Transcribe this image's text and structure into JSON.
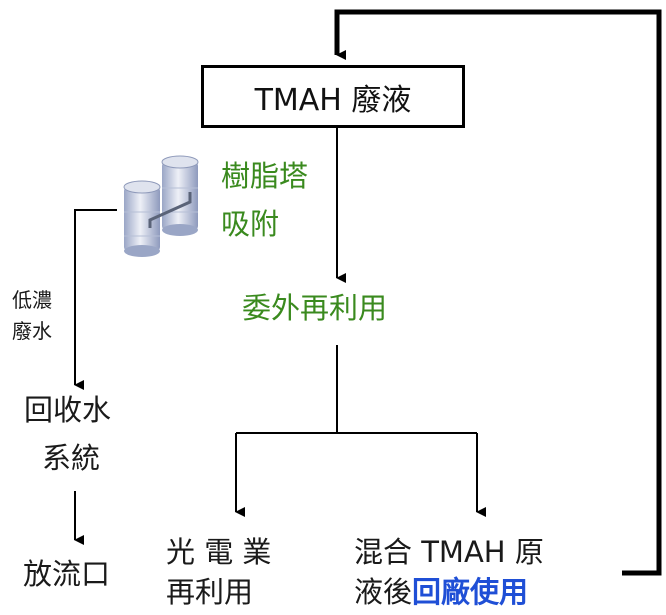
{
  "nodes": {
    "tmah_waste": "TMAH 廢液",
    "resin_tower_line1": "樹脂塔",
    "resin_tower_line2": "吸附",
    "outsourced_reuse": "委外再利用",
    "low_conc_line1": "低濃",
    "low_conc_line2": "廢水",
    "recycle_water_line1": "回收水",
    "recycle_water_line2": "系統",
    "outlet": "放流口",
    "optoelectronic_line1": "光 電 業",
    "optoelectronic_line2": "再利用",
    "mix_line1": "混合 TMAH 原",
    "mix_line2_prefix": "液後",
    "mix_line2_highlight": "回廠使用"
  },
  "icons": {
    "resin_tower": "resin-tower-tanks-icon"
  },
  "colors": {
    "green_text": "#3a8a1e",
    "blue_highlight": "#1f4fd6",
    "line": "#000000"
  }
}
